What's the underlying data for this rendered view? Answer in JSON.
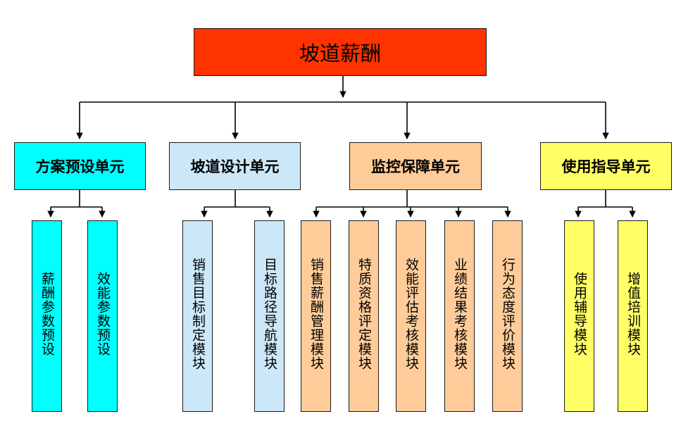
{
  "root": {
    "label": "坡道薪酬",
    "color": "#ff3300"
  },
  "units": [
    {
      "label": "方案预设单元",
      "color": "#00ffff",
      "modules": [
        "薪酬参数预设",
        "效能参数预设"
      ]
    },
    {
      "label": "坡道设计单元",
      "color": "#cce8f8",
      "modules": [
        "销售目标制定模块",
        "目标路径导航模块"
      ]
    },
    {
      "label": "监控保障单元",
      "color": "#ffcc99",
      "modules": [
        "销售薪酬管理模块",
        "特质资格评定模块",
        "效能评估考核模块",
        "业绩结果考核模块",
        "行为态度评价模块"
      ]
    },
    {
      "label": "使用指导单元",
      "color": "#ffff66",
      "modules": [
        "使用辅导模块",
        "增值培训模块"
      ]
    }
  ]
}
